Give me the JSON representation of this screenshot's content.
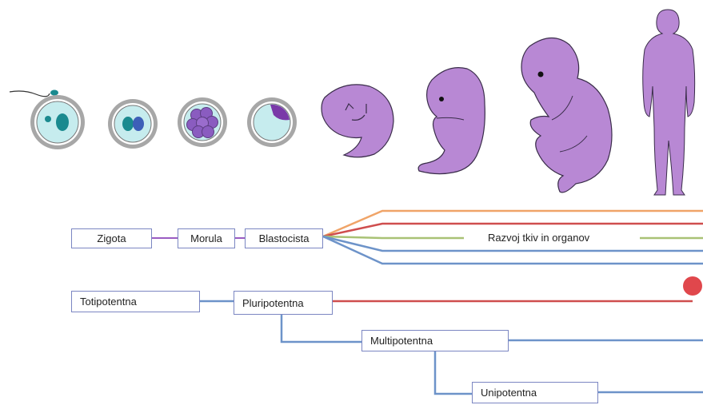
{
  "colors": {
    "embryo": "#b888d4",
    "outline": "#3a2d4a",
    "box_border": "#7b86c2",
    "orange": "#f0a468",
    "red": "#cf4e4e",
    "green": "#a9c275",
    "blue": "#6d93c9",
    "nucleus": "#1a8a8f",
    "zona": "#a7a7a7",
    "cytoplasm": "#c6ecee",
    "dot": "#e0474c"
  },
  "stages": [
    "egg-with-sperm",
    "two-pronuclei",
    "morula-cells",
    "blastocyst",
    "early-embryo",
    "embryo-with-eye",
    "fetus",
    "human-silhouette"
  ],
  "development": {
    "zigota": "Zigota",
    "morula": "Morula",
    "blastocista": "Blastocista",
    "tissues": "Razvoj tkiv in organov"
  },
  "potency": {
    "totipotentna": "Totipotentna",
    "pluripotentna": "Pluripotentna",
    "multipotentna": "Multipotentna",
    "unipotentna": "Unipotentna"
  }
}
